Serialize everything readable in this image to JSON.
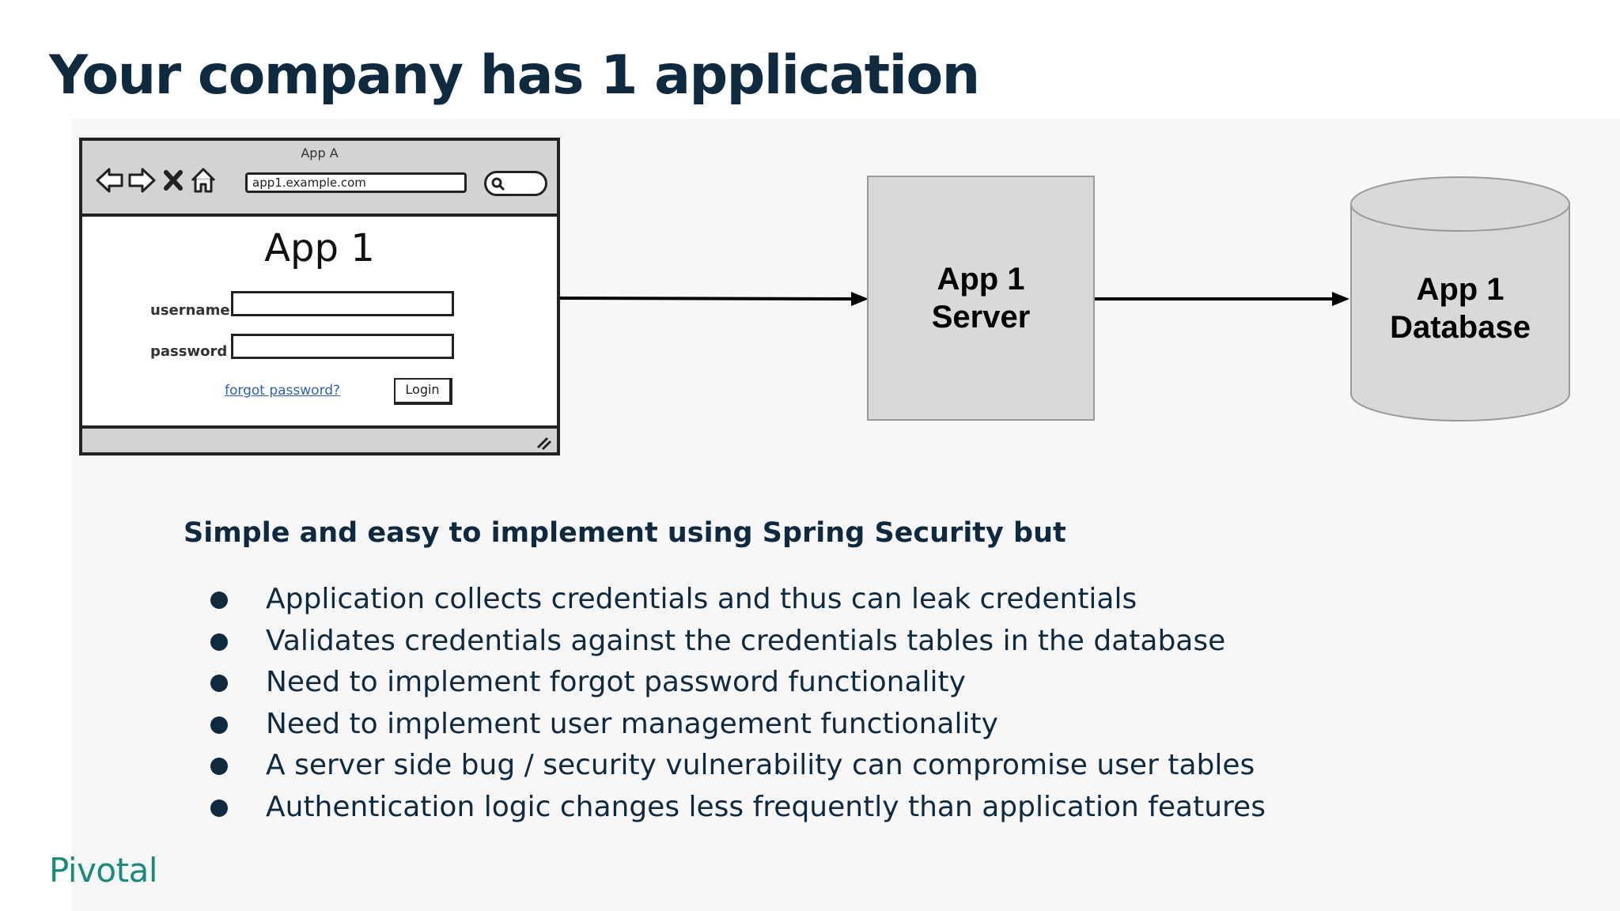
{
  "slide": {
    "title": "Your company has 1 application"
  },
  "mockup": {
    "tab_title": "App A",
    "url": "app1.example.com",
    "app_title": "App 1",
    "username_label": "username",
    "password_label": "password",
    "forgot_link": "forgot password?",
    "login_button": "Login"
  },
  "diagram": {
    "server_label": "App 1\nServer",
    "database_label": "App 1\nDatabase"
  },
  "content": {
    "subtitle": "Simple and easy to implement using Spring Security but",
    "bullets": [
      "Application collects credentials and thus can leak credentials",
      "Validates credentials against the credentials tables in the database",
      "Need to implement forgot password functionality",
      "Need to implement user management functionality",
      "A server side bug / security vulnerability can compromise user tables",
      "Authentication logic changes less frequently than application features"
    ]
  },
  "branding": {
    "logo_text": "Pivotal",
    "logo_color": "#1a8a7a"
  },
  "colors": {
    "title": "#0f2a3f",
    "server_fill": "#d9d9dc",
    "database_fill": "#d9d9dc"
  }
}
